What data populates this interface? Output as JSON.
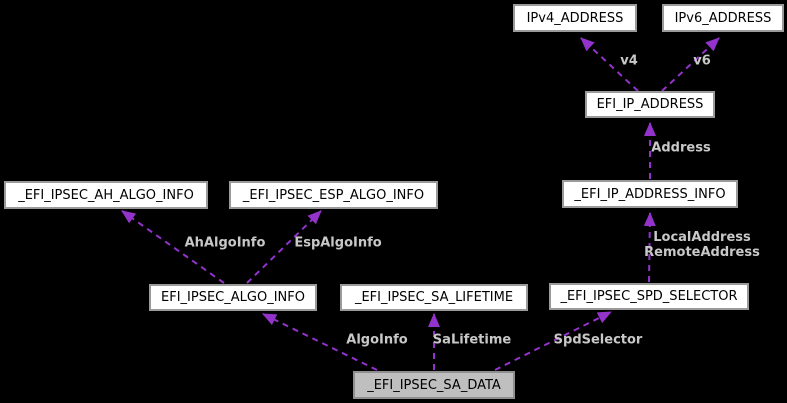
{
  "diagram": {
    "type": "collaboration-graph",
    "background": "#000000",
    "colors": {
      "edge": "#9333cc",
      "edge_label": "#c8c8c8",
      "node_fill": "#ffffff",
      "node_border": "#9a9a9a",
      "main_node_fill": "#bfbfbf",
      "node_text": "#000000"
    },
    "nodes": [
      {
        "id": "ipv4-address",
        "label": "IPv4_ADDRESS",
        "highlighted": false
      },
      {
        "id": "ipv6-address",
        "label": "IPv6_ADDRESS",
        "highlighted": false
      },
      {
        "id": "efi-ip-address",
        "label": "EFI_IP_ADDRESS",
        "highlighted": false
      },
      {
        "id": "efi-ip-address-info",
        "label": "_EFI_IP_ADDRESS_INFO",
        "highlighted": false
      },
      {
        "id": "efi-ipsec-ah-algo-info",
        "label": "_EFI_IPSEC_AH_ALGO_INFO",
        "highlighted": false
      },
      {
        "id": "efi-ipsec-esp-algo-info",
        "label": "_EFI_IPSEC_ESP_ALGO_INFO",
        "highlighted": false
      },
      {
        "id": "efi-ipsec-algo-info",
        "label": "EFI_IPSEC_ALGO_INFO",
        "highlighted": false
      },
      {
        "id": "efi-ipsec-sa-lifetime",
        "label": "_EFI_IPSEC_SA_LIFETIME",
        "highlighted": false
      },
      {
        "id": "efi-ipsec-spd-selector",
        "label": "_EFI_IPSEC_SPD_SELECTOR",
        "highlighted": false
      },
      {
        "id": "efi-ipsec-sa-data",
        "label": "_EFI_IPSEC_SA_DATA",
        "highlighted": true
      }
    ],
    "edges": [
      {
        "from": "EFI_IP_ADDRESS",
        "to": "IPv4_ADDRESS",
        "label": "v4"
      },
      {
        "from": "EFI_IP_ADDRESS",
        "to": "IPv6_ADDRESS",
        "label": "v6"
      },
      {
        "from": "_EFI_IP_ADDRESS_INFO",
        "to": "EFI_IP_ADDRESS",
        "label": "Address"
      },
      {
        "from": "_EFI_IPSEC_SPD_SELECTOR",
        "to": "_EFI_IP_ADDRESS_INFO",
        "label": "LocalAddress\nRemoteAddress"
      },
      {
        "from": "EFI_IPSEC_ALGO_INFO",
        "to": "_EFI_IPSEC_AH_ALGO_INFO",
        "label": "AhAlgoInfo"
      },
      {
        "from": "EFI_IPSEC_ALGO_INFO",
        "to": "_EFI_IPSEC_ESP_ALGO_INFO",
        "label": "EspAlgoInfo"
      },
      {
        "from": "_EFI_IPSEC_SA_DATA",
        "to": "EFI_IPSEC_ALGO_INFO",
        "label": "AlgoInfo"
      },
      {
        "from": "_EFI_IPSEC_SA_DATA",
        "to": "_EFI_IPSEC_SA_LIFETIME",
        "label": "SaLifetime"
      },
      {
        "from": "_EFI_IPSEC_SA_DATA",
        "to": "_EFI_IPSEC_SPD_SELECTOR",
        "label": "SpdSelector"
      }
    ]
  }
}
